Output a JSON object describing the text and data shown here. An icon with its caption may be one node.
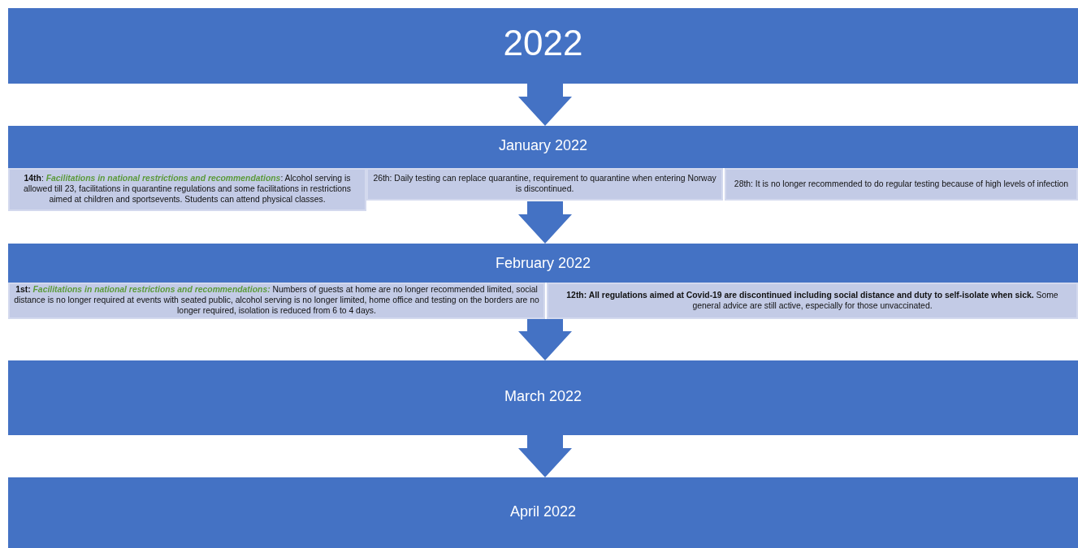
{
  "diagram": {
    "nodes": [
      {
        "text": [
          "2022"
        ]
      },
      {
        "text": [
          "January 2022"
        ]
      },
      {
        "text": [
          "**14th**: *Facilitations in national restrictions and recommendations*: Alcohol serving is allowed till 23, facilitations in quarantine regulations and some facilitations in restrictions aimed at children and sportsevents. Students can attend physical classes."
        ]
      },
      {
        "text": [
          "26th: Daily testing can replace quarantine, requirement to quarantine when entering Norway is discontinued."
        ]
      },
      {
        "text": [
          "28th: It is no longer recommended to do regular testing because of high levels of infection"
        ]
      },
      {
        "text": [
          "February 2022"
        ]
      },
      {
        "text": [
          "**1st:** *Facilitations in national restrictions and recommendations:* Numbers of guests at home are no longer recommended limited, social distance is no longer required at events with seated public, alcohol serving is no longer limited, home office and testing on the borders are no longer required, isolation is reduced from 6 to 4 days."
        ]
      },
      {
        "text": [
          "**12th: All regulations aimed at Covid-19 are discontinued including social distance and duty to self-isolate when sick.** Some general advice are still active, especially for those unvaccinated."
        ]
      },
      {
        "text": [
          "March 2022"
        ]
      },
      {
        "text": [
          "April 2022"
        ]
      }
    ],
    "edges": [
      {
        "from": 0,
        "to": 1,
        "arrow": "to"
      },
      {
        "from": 1,
        "to": 5,
        "arrow": "to"
      },
      {
        "from": 5,
        "to": 8,
        "arrow": "to"
      },
      {
        "from": 8,
        "to": 9,
        "arrow": "to"
      }
    ]
  }
}
